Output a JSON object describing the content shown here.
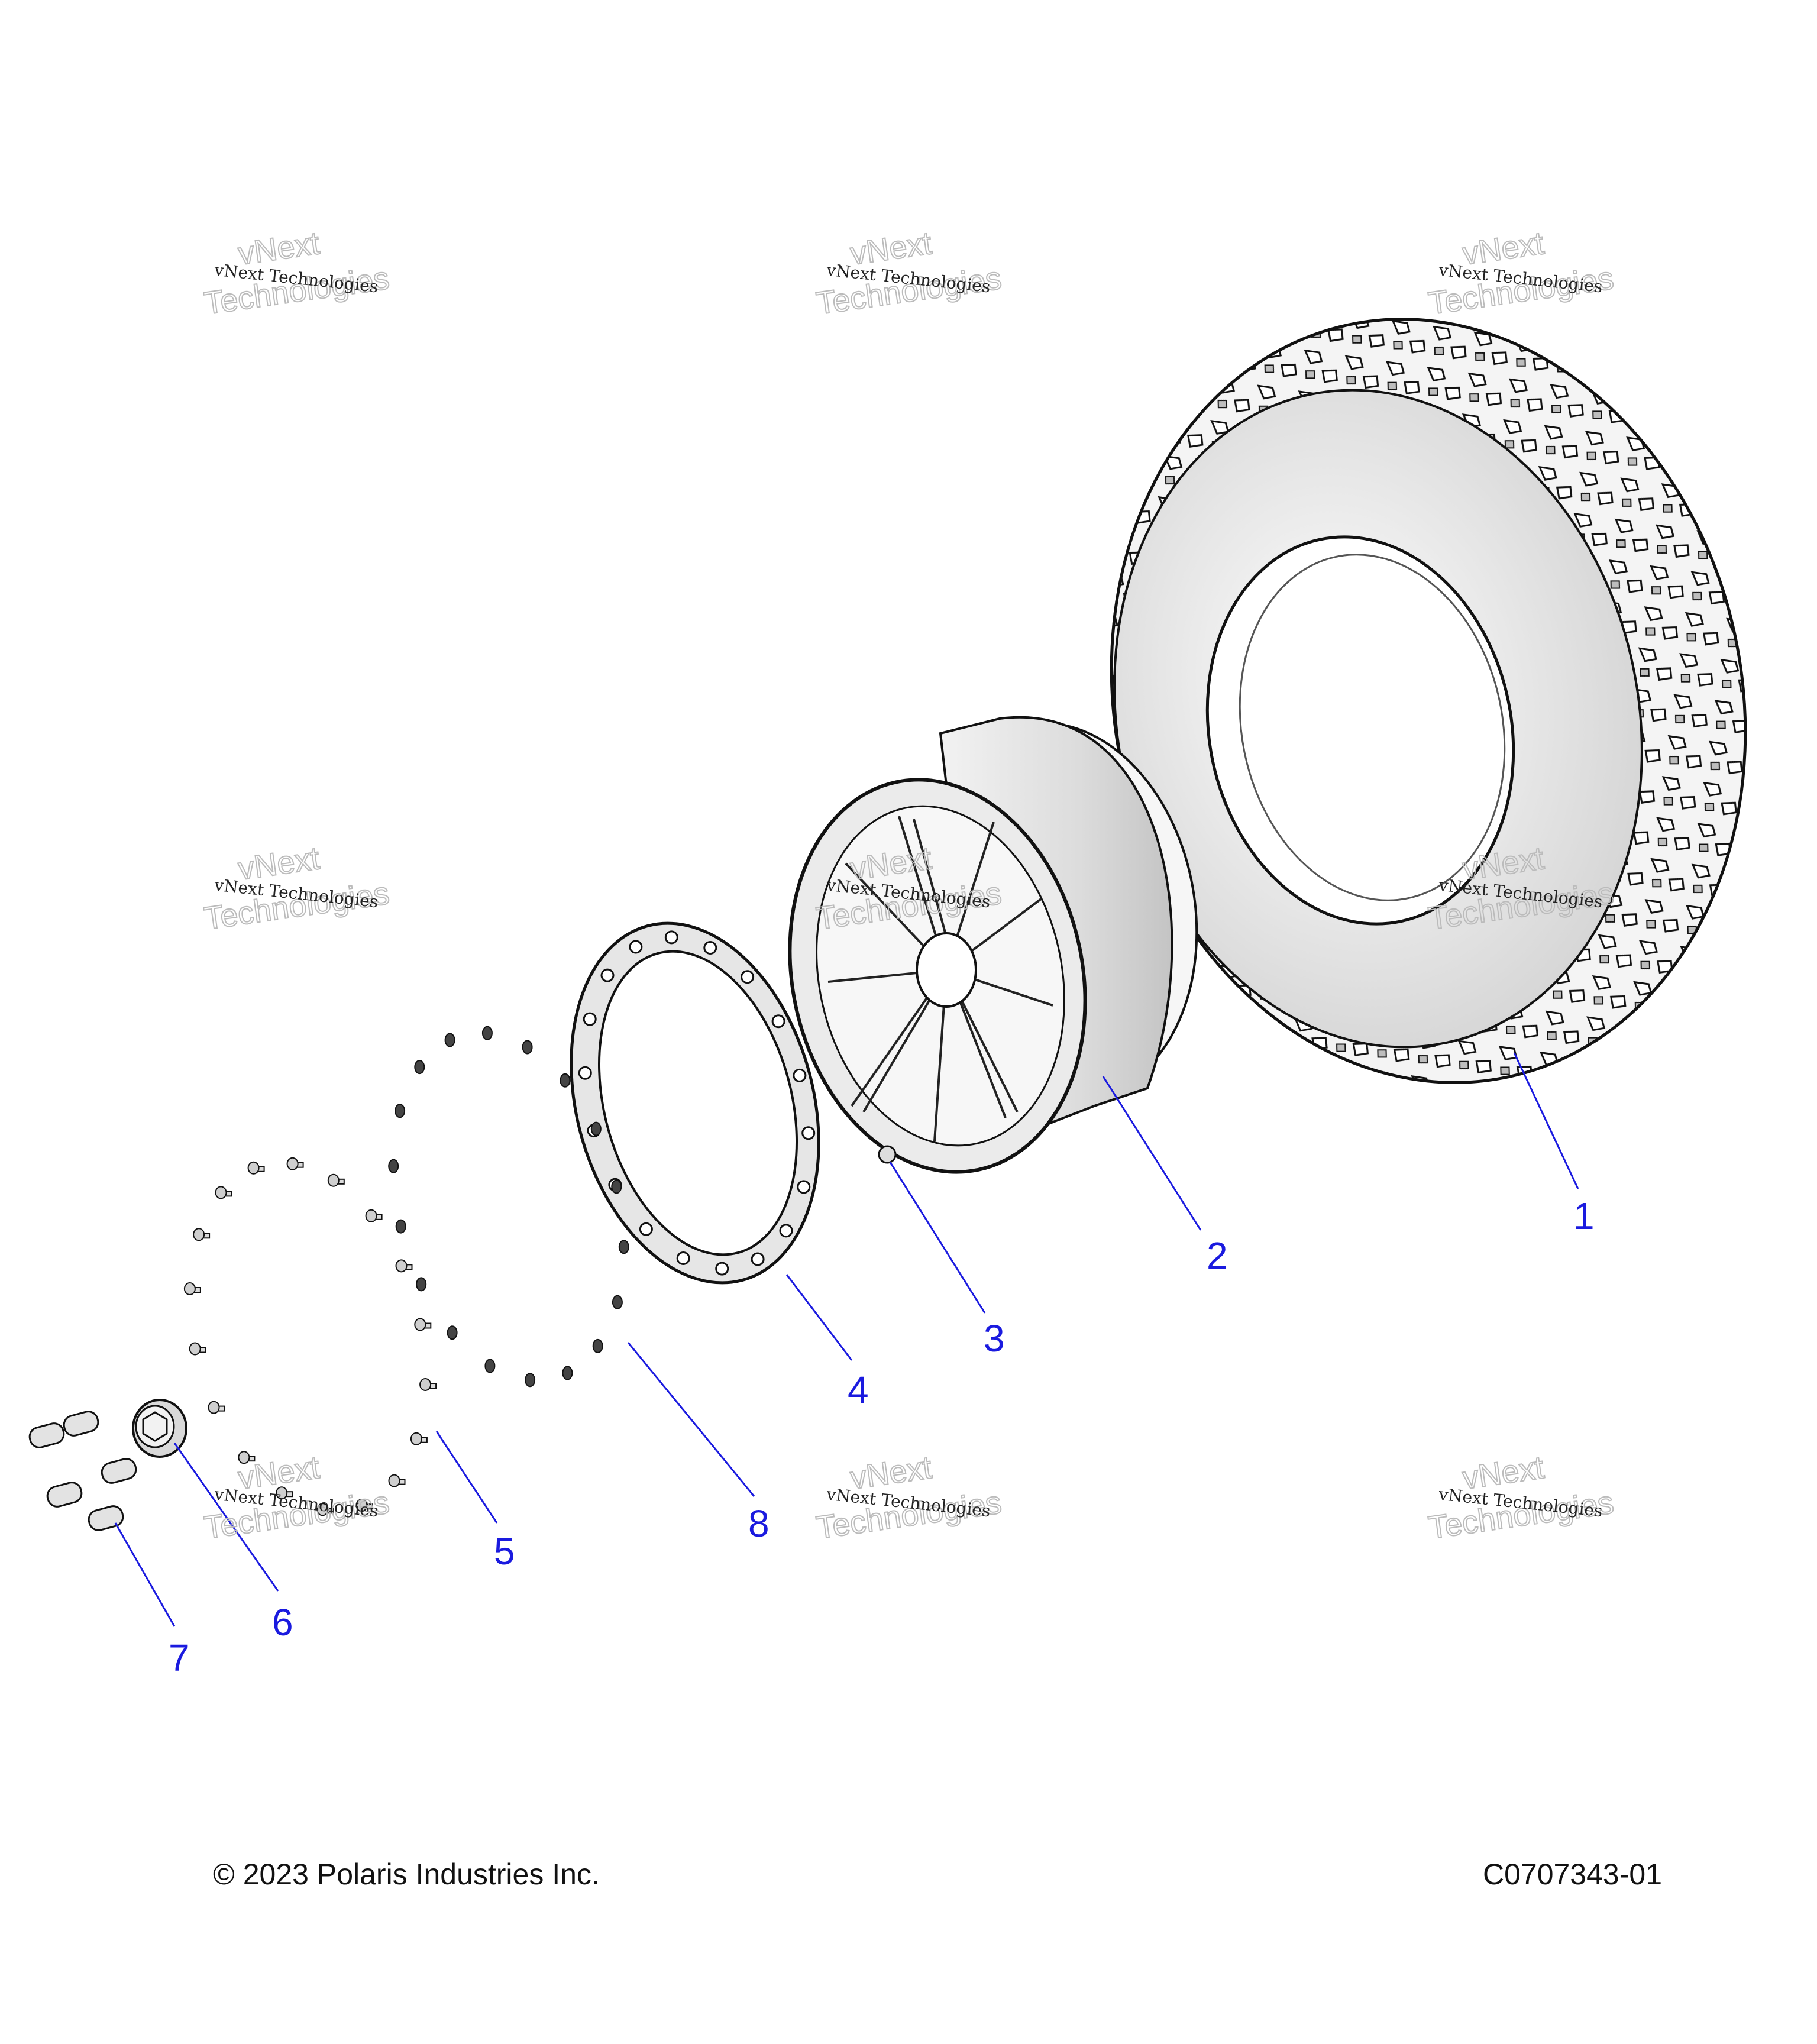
{
  "colors": {
    "callout": "#1a1adf",
    "line": "#111111",
    "part_fill": "#e6e6e6",
    "part_shade": "#cfcfcf"
  },
  "watermark": {
    "small_text": "vNext Technologies",
    "big_text_top": "vNext",
    "big_text_bottom": "Technologies"
  },
  "callouts": [
    {
      "num": "1"
    },
    {
      "num": "2"
    },
    {
      "num": "3"
    },
    {
      "num": "4"
    },
    {
      "num": "5"
    },
    {
      "num": "6"
    },
    {
      "num": "7"
    },
    {
      "num": "8"
    }
  ],
  "footer": {
    "copyright": "© 2023 Polaris Industries Inc.",
    "drawing_id": "C0707343-01"
  }
}
